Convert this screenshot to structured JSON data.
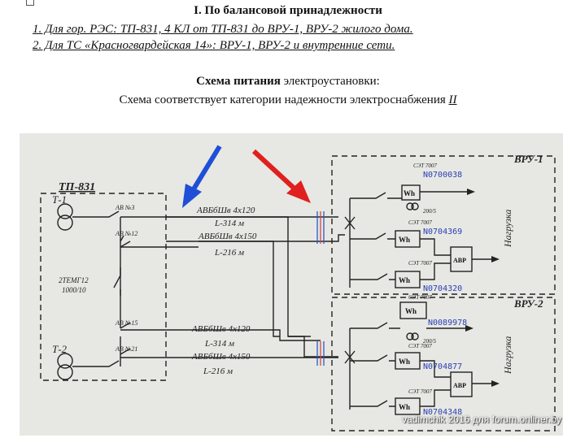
{
  "header": {
    "title": "I. По балансовой принадлежности",
    "line1": "1. Для гор. РЭС: ТП-831, 4 КЛ от ТП-831 до ВРУ-1, ВРУ-2 жилого дома.",
    "line2": "2. Для ТС «Красногвардейская 14»: ВРУ-1, ВРУ-2 и внутренние сети."
  },
  "schema": {
    "title_bold": "Схема питания",
    "title_rest": " электроустановки:",
    "subtitle_prefix": "Схема соответствует категории надежности электроснабжения ",
    "category": "II"
  },
  "diagram": {
    "tp_label": "ТП-831",
    "t1": "Т-1",
    "t2": "Т-2",
    "tr_type": "2ТЕМГ12",
    "tr_rating": "1000/10",
    "breaker_labels": [
      "АВ №3",
      "АВ №12",
      "АВ №15",
      "АВ №21"
    ],
    "cables": [
      {
        "type": "АВБбШв 4х120",
        "len": "L-314 м"
      },
      {
        "type": "АВБбШв 4х150",
        "len": "L-216 м"
      },
      {
        "type": "АВБбШв 4х120",
        "len": "L-314 м"
      },
      {
        "type": "АВБбШв 4х150",
        "len": "L-216 м"
      }
    ],
    "vru1": "ВРУ-1",
    "vru2": "ВРУ-2",
    "meter_model": "СЭТ 7007",
    "meter_ratio": "200/5",
    "meter_numbers": [
      "N0700038",
      "N0704369",
      "N0704320",
      "N0089978",
      "N0704877",
      "N0704348"
    ],
    "avr": "АВР",
    "load": "Нагрузка",
    "arrow_blue": "#1f4fd6",
    "arrow_red": "#e01f1f"
  },
  "watermark": "vadimchik 2016 для forum.onliner.by"
}
